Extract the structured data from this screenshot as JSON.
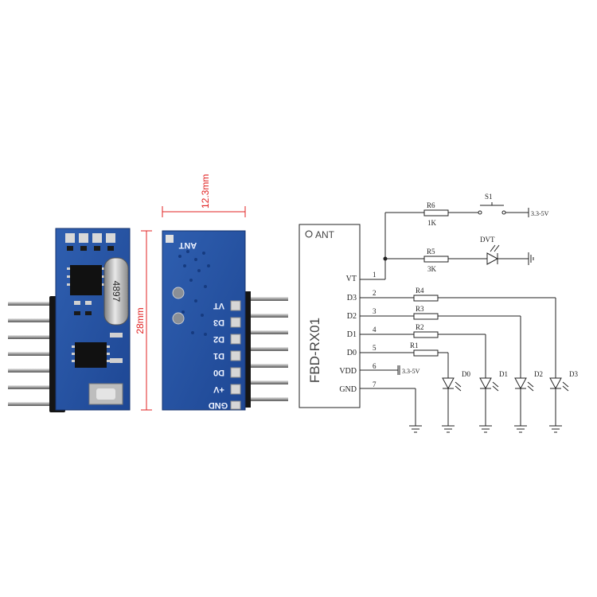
{
  "dimensions": {
    "width_label": "12.3mm",
    "height_label": "28mm"
  },
  "front_board": {
    "chip_marking": "4897"
  },
  "back_board": {
    "antenna_label": "ANT",
    "pin_labels": [
      "VT",
      "D3",
      "D2",
      "D1",
      "D0",
      "+V",
      "GND"
    ]
  },
  "schematic": {
    "module_name": "FBD-RX01",
    "antenna_label": "ANT",
    "pins": [
      {
        "number": "1",
        "name": "VT"
      },
      {
        "number": "2",
        "name": "D3"
      },
      {
        "number": "3",
        "name": "D2"
      },
      {
        "number": "4",
        "name": "D1"
      },
      {
        "number": "5",
        "name": "D0"
      },
      {
        "number": "6",
        "name": "VDD"
      },
      {
        "number": "7",
        "name": "GND"
      }
    ],
    "r6": {
      "ref": "R6",
      "value": "1K"
    },
    "r5": {
      "ref": "R5",
      "value": "3K"
    },
    "switch_ref": "S1",
    "supply_label": "3.3-5V",
    "vdd_supply_label": "3.3-5V",
    "dvt_label": "DVT",
    "data_resistors": [
      "R4",
      "R3",
      "R2",
      "R1"
    ],
    "leds": [
      "D0",
      "D1",
      "D2",
      "D3"
    ]
  }
}
